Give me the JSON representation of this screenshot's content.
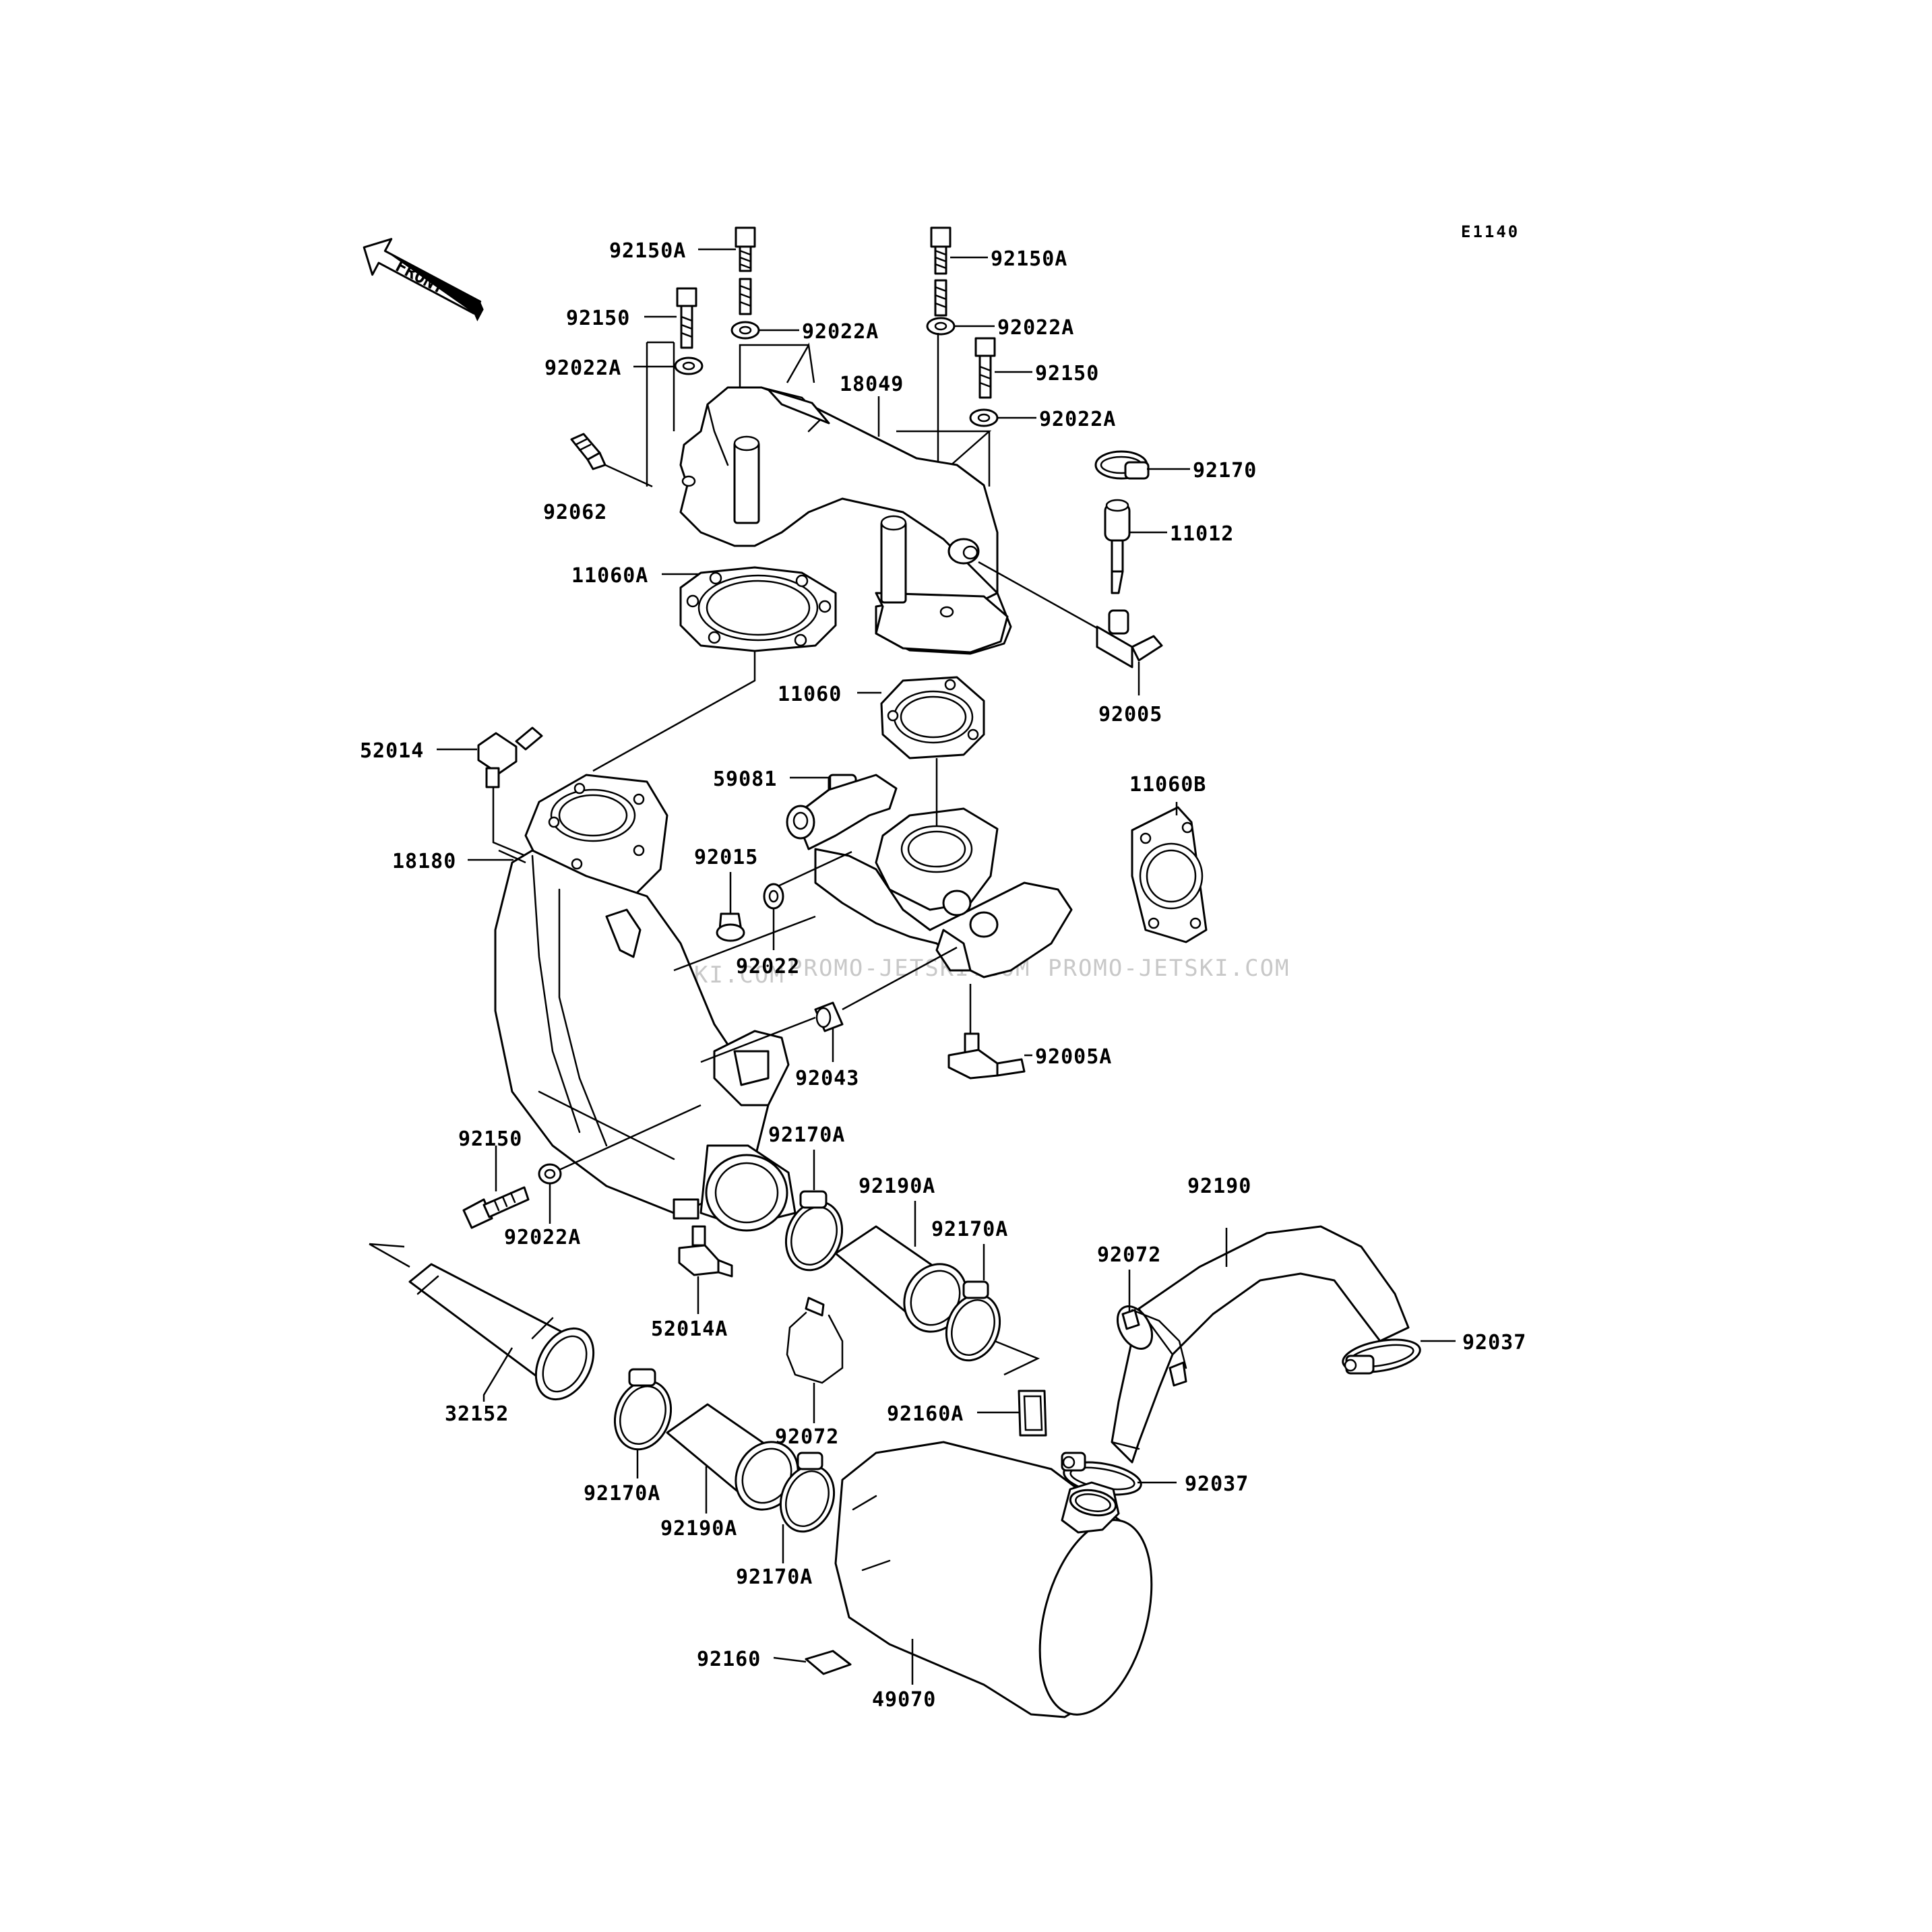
{
  "diagram_code": "E1140",
  "front_label": "FRONT",
  "watermark": {
    "line1": "JETSKI.COM",
    "line2": "PROMO-JETSKI.COM",
    "line3": "PROMO-JETSKI.COM"
  },
  "part_labels": {
    "p92150A_l": "92150A",
    "p92150A_r": "92150A",
    "p92150_tl": "92150",
    "p92022A_1": "92022A",
    "p92022A_2": "92022A",
    "p92022A_3": "92022A",
    "p92150_tr": "92150",
    "p92022A_4": "92022A",
    "p18049": "18049",
    "p92170": "92170",
    "p92062": "92062",
    "p11012": "11012",
    "p11060A": "11060A",
    "p92005": "92005",
    "p11060": "11060",
    "p52014": "52014",
    "p59081": "59081",
    "p11060B": "11060B",
    "p18180": "18180",
    "p92015": "92015",
    "p92022": "92022",
    "p92005A": "92005A",
    "p92043": "92043",
    "p92170A_1": "92170A",
    "p92150_b": "92150",
    "p92190A_1": "92190A",
    "p92190": "92190",
    "p92022A_5": "92022A",
    "p92170A_2": "92170A",
    "p92072_r": "92072",
    "p52014A": "52014A",
    "p92037_r": "92037",
    "p32152": "32152",
    "p92072_b": "92072",
    "p92160A": "92160A",
    "p92170A_3": "92170A",
    "p92037_b": "92037",
    "p92190A_2": "92190A",
    "p92170A_4": "92170A",
    "p92160": "92160",
    "p49070": "49070"
  }
}
